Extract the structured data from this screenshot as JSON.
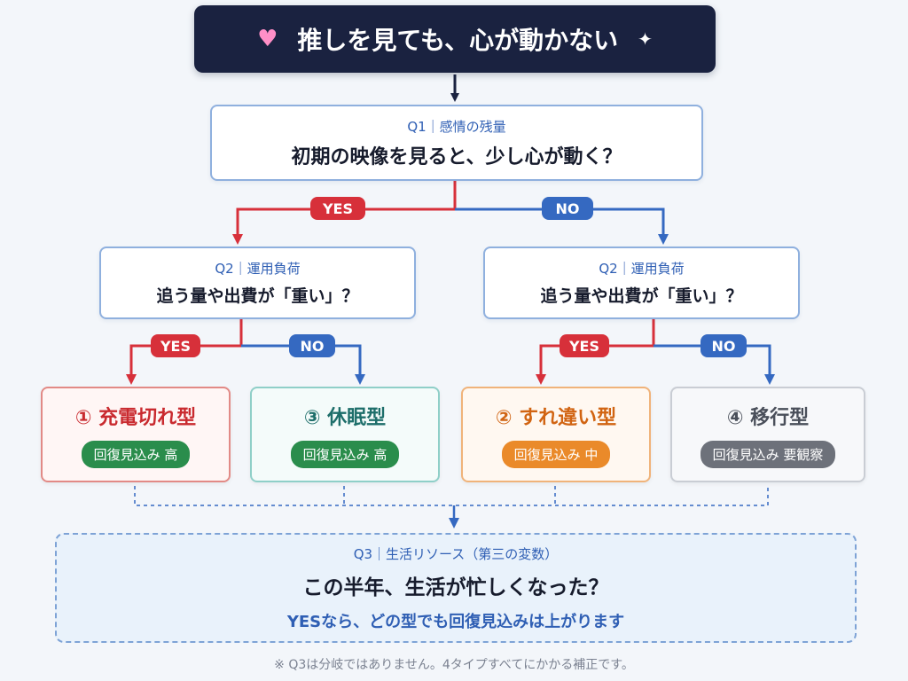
{
  "title": {
    "text": "推しを見ても、心が動かない",
    "icon_left": "heart-icon",
    "icon_right": "sparkle-icon"
  },
  "q1": {
    "label": "Q1｜感情の残量",
    "question": "初期の映像を見ると、少し心が動く？"
  },
  "branch_labels": {
    "yes": "YES",
    "no": "NO"
  },
  "q2_left": {
    "label": "Q2｜運用負荷",
    "question": "追う量や出費が「重い」？"
  },
  "q2_right": {
    "label": "Q2｜運用負荷",
    "question": "追う量や出費が「重い」？"
  },
  "results": [
    {
      "title": "① 充電切れ型",
      "badge": "回復見込み 高",
      "color": "#c92a2f"
    },
    {
      "title": "③ 休眠型",
      "badge": "回復見込み 高",
      "color": "#1d6e6a"
    },
    {
      "title": "② すれ違い型",
      "badge": "回復見込み 中",
      "color": "#d16412"
    },
    {
      "title": "④ 移行型",
      "badge": "回復見込み 要観察",
      "color": "#4a4f5a"
    }
  ],
  "q3": {
    "label": "Q3｜生活リソース（第三の変数）",
    "question": "この半年、生活が忙しくなった？",
    "note": "YESなら、どの型でも回復見込みは上がります"
  },
  "footnote": "※ Q3は分岐ではありません。4タイプすべてにかかる補正です。",
  "colors": {
    "yes": "#d7303a",
    "no": "#3569c1",
    "title_bg": "#1a2240"
  }
}
